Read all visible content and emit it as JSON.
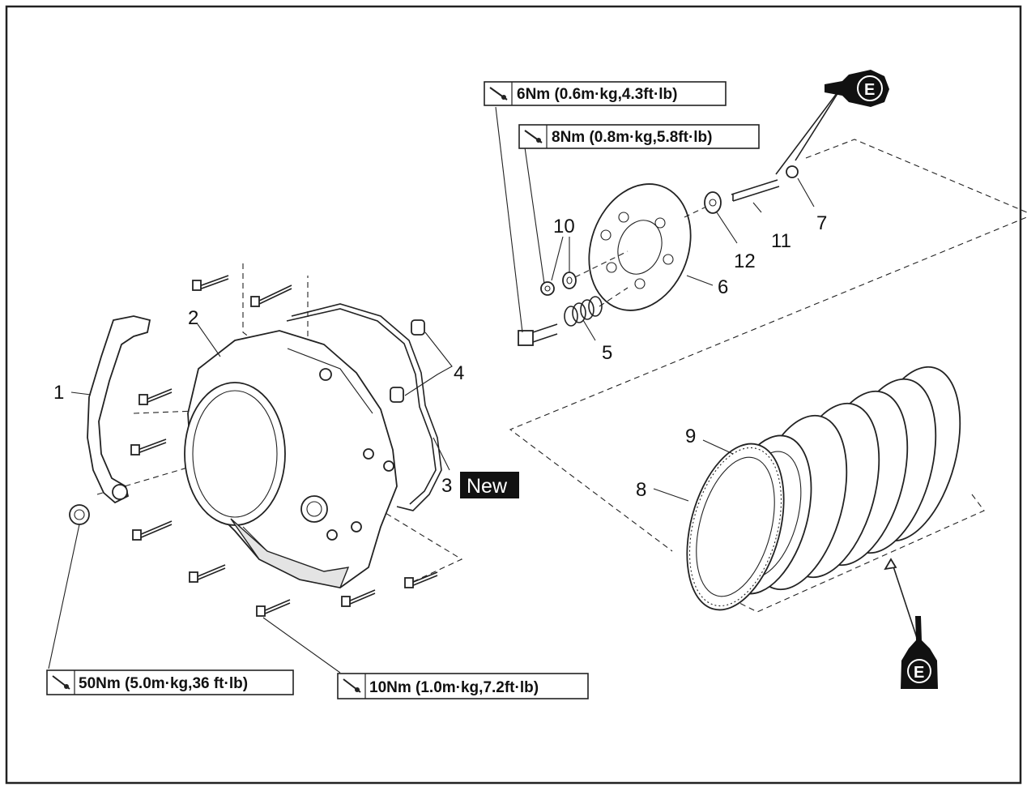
{
  "callouts": {
    "c1": "1",
    "c2": "2",
    "c3": "3",
    "c4": "4",
    "c5": "5",
    "c6": "6",
    "c7": "7",
    "c8": "8",
    "c9": "9",
    "c10": "10",
    "c11": "11",
    "c12": "12"
  },
  "new_badge": "New",
  "torque_specs": {
    "t6": "6Nm (0.6m·kg,4.3ft·lb)",
    "t8": "8Nm (0.8m·kg,5.8ft·lb)",
    "t50": "50Nm (5.0m·kg,36 ft·lb)",
    "t10": "10Nm (1.0m·kg,7.2ft·lb)"
  },
  "oil_symbol": "E",
  "icons": [
    "torque-wrench-icon",
    "engine-oil-can-icon"
  ],
  "colors": {
    "line": "#222222",
    "badge": "#111111",
    "background": "#ffffff"
  }
}
